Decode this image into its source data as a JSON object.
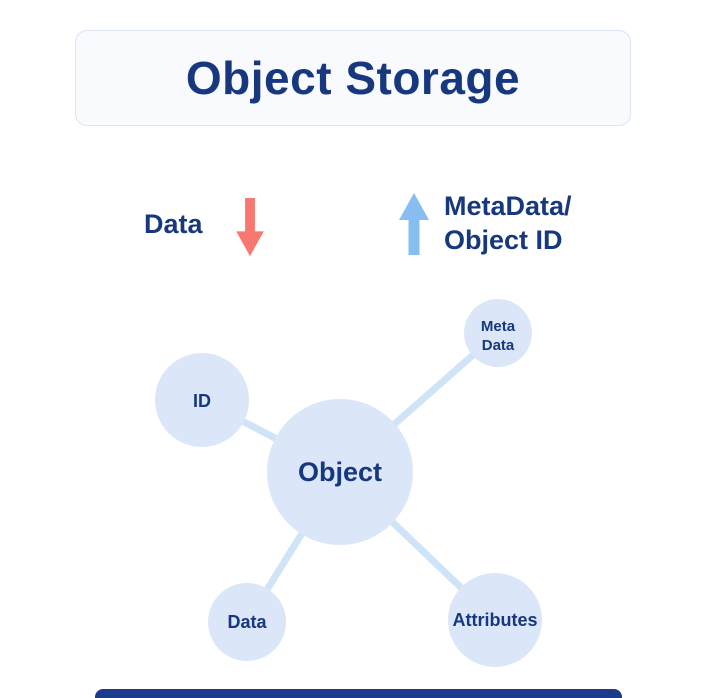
{
  "title_card": {
    "title": "Object Storage"
  },
  "legend": {
    "data": {
      "label": "Data",
      "arrow_direction": "down"
    },
    "metadata": {
      "label_line1": "MetaData/",
      "label_line2": "Object ID",
      "arrow_direction": "up"
    }
  },
  "diagram": {
    "object_label": "Object",
    "id_label": "ID",
    "meta_line1": "Meta",
    "meta_line2": "Data",
    "data_label": "Data",
    "attributes_label": "Attributes"
  },
  "colors": {
    "navy_text": "#17387f",
    "node_fill": "#dbe6f8",
    "edge_line": "#cfe4f7",
    "data_arrow_red": "#f8776f",
    "metadata_arrow_blue": "#87bdf0",
    "title_card_bg": "#f8fafd",
    "title_card_border": "#dce5f2",
    "footer_bar": "#1e3a8a"
  }
}
